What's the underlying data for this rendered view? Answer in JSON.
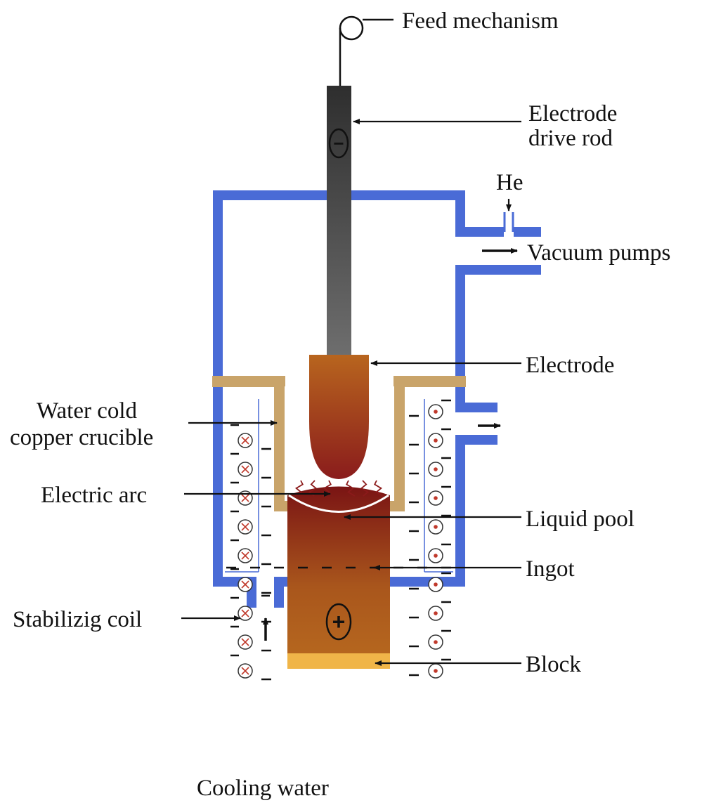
{
  "colors": {
    "chamber_wall": "#4a6bd6",
    "crucible_wall": "#c9a46a",
    "electrode_top": "#b8651e",
    "electrode_bottom": "#8a1c1c",
    "ingot_top": "#7a1414",
    "ingot_bottom": "#b86a1f",
    "block": "#f0b548",
    "drive_rod_light": "#6e6e6e",
    "drive_rod_dark": "#2e2e2e",
    "arc": "#8b1a1a",
    "coil_mark": "#c0392b",
    "line": "#111111"
  },
  "labels": {
    "feed_mechanism": "Feed mechanism",
    "electrode_drive_rod_line1": "Electrode",
    "electrode_drive_rod_line2": "drive rod",
    "he": "He",
    "vacuum_pumps": "Vacuum pumps",
    "electrode": "Electrode",
    "water_cold_line1": "Water cold",
    "water_cold_line2": "copper crucible",
    "electric_arc": "Electric arc",
    "liquid_pool": "Liquid pool",
    "ingot": "Ingot",
    "stabilizing_coil": "Stabilizig coil",
    "block": "Block",
    "cooling_water": "Cooling water"
  },
  "symbols": {
    "negative": "−",
    "positive": "+",
    "water_dash": "−"
  },
  "coils": {
    "left_count": 9,
    "right_count": 10
  }
}
